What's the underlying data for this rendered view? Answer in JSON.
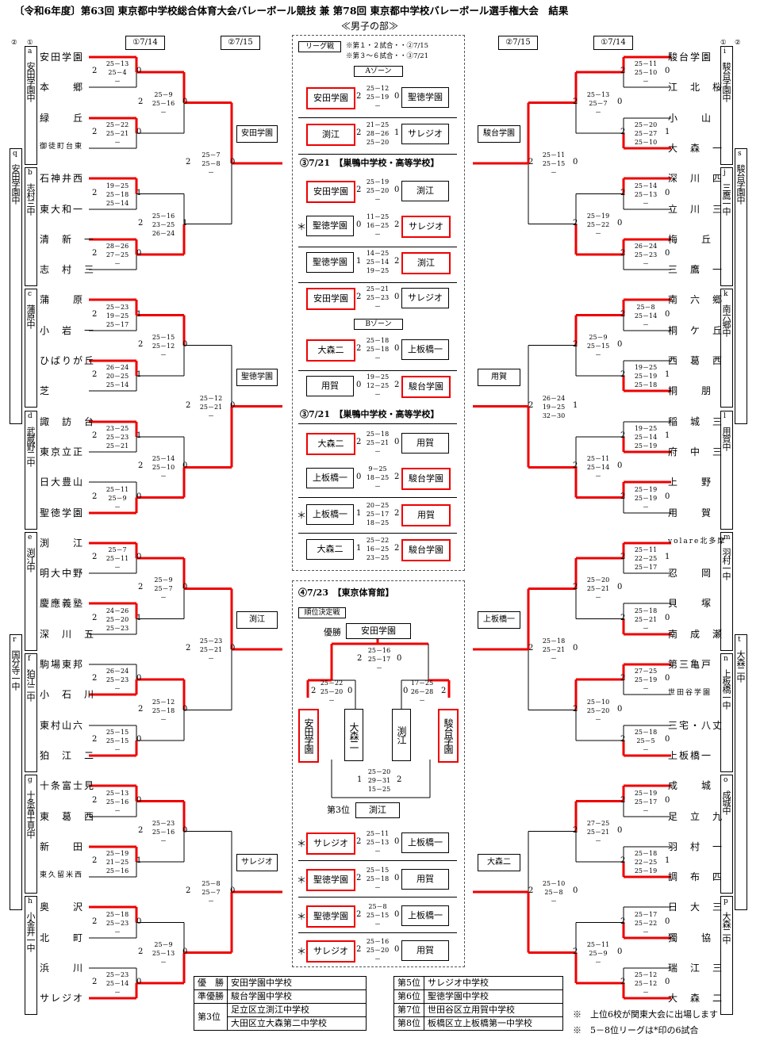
{
  "title": "〔令和6年度〕第63回 東京都中学校総合体育大会バレーボール競技 兼 第78回 東京都中学校バレーボール選手権大会　結果",
  "subtitle": "≪男子の部≫",
  "rounds": {
    "left_r1": "①7/14",
    "left_r2": "②7/15",
    "right_r2": "②7/15",
    "right_r1": "①7/14"
  },
  "round_nums": {
    "left_a": "②",
    "left_b": "①",
    "right_a": "①",
    "right_b": "②"
  },
  "left_teams": [
    "安田学園",
    "本　　郷",
    "緑　　丘",
    "御徒町台東",
    "石神井西",
    "東大和一",
    "清　新　一",
    "志　村　三",
    "蒲　　原",
    "小　岩　一",
    "ひばりが丘",
    "芝",
    "諏　訪　台",
    "東京立正",
    "日大豊山",
    "聖徳学園",
    "渕　　江",
    "明大中野",
    "慶應義塾",
    "深　川　五",
    "駒場東邦",
    "小　石　川",
    "東村山六",
    "狛　江　二",
    "十条富士見",
    "東　葛　西",
    "新　　田",
    "東久留米西",
    "奥　　沢",
    "北　　町",
    "浜　　川",
    "サレジオ"
  ],
  "right_teams": [
    "駿台学園",
    "江　北　桜",
    "小　　山",
    "大　森　一",
    "深　川　四",
    "立　川　三",
    "梅　　丘",
    "三　鷹　一",
    "南　六　郷",
    "桐　ケ　丘",
    "西　葛　西",
    "桐　　朋",
    "稲　城　三",
    "府　中　三",
    "上　　野",
    "用　　賀",
    "volare北多摩",
    "忍　　岡",
    "貝　　塚",
    "南　成　瀬",
    "第三亀戸",
    "世田谷学園",
    "三宅・八丈",
    "上板橋一",
    "成　　城",
    "足　立　九",
    "羽　村　一",
    "調　布　四",
    "日　大　三",
    "獨　　協",
    "瑞　江　三",
    "大　森　二"
  ],
  "left_blocks": [
    {
      "letter": "a",
      "name": "安田学園中"
    },
    {
      "letter": "b",
      "name": "志村三中"
    },
    {
      "letter": "c",
      "name": "蒲原中"
    },
    {
      "letter": "d",
      "name": "武蔵野二中"
    },
    {
      "letter": "e",
      "name": "渕江中"
    },
    {
      "letter": "f",
      "name": "狛江二中"
    },
    {
      "letter": "g",
      "name": "十条富士見中"
    },
    {
      "letter": "h",
      "name": "小金井一中"
    }
  ],
  "right_blocks": [
    {
      "letter": "i",
      "name": "駿台学園中"
    },
    {
      "letter": "j",
      "name": "三鷹一中"
    },
    {
      "letter": "k",
      "name": "南六郷中"
    },
    {
      "letter": "l",
      "name": "用賀中"
    },
    {
      "letter": "m",
      "name": "羽村一中"
    },
    {
      "letter": "n",
      "name": "上板橋一中"
    },
    {
      "letter": "o",
      "name": "成城中"
    },
    {
      "letter": "p",
      "name": "大森二中"
    }
  ],
  "left_outer": [
    {
      "letter": "q",
      "name": "安田学園中"
    },
    {
      "letter": "r",
      "name": "国分寺一中"
    }
  ],
  "right_outer": [
    {
      "letter": "s",
      "name": "駿台学園中"
    },
    {
      "letter": "t",
      "name": "大森二中"
    }
  ],
  "left_r2_winners": [
    "安田学園",
    "聖徳学園",
    "渕江",
    "サレジオ"
  ],
  "right_r2_winners": [
    "駿台学園",
    "用賀",
    "上板橋一",
    "大森二"
  ],
  "left_r1_scores": [
    {
      "set": "2",
      "s": "25－13\n25－4\n－",
      "r": "0"
    },
    {
      "set": "2",
      "s": "25－22\n25－21\n－",
      "r": "0"
    },
    {
      "set": "2",
      "s": "19－25\n25－18\n25－14",
      "r": "1"
    },
    {
      "set": "2",
      "s": "28－26\n27－25\n－",
      "r": "0"
    },
    {
      "set": "2",
      "s": "25－23\n19－25\n25－17",
      "r": "1"
    },
    {
      "set": "2",
      "s": "26－24\n20－25\n25－14",
      "r": "1"
    },
    {
      "set": "2",
      "s": "23－25\n25－23\n25－21",
      "r": "1"
    },
    {
      "set": "2",
      "s": "25－11\n25－9\n－",
      "r": "0"
    },
    {
      "set": "2",
      "s": "25－7\n25－11\n－",
      "r": "0"
    },
    {
      "set": "2",
      "s": "24－26\n25－20\n25－23",
      "r": "1"
    },
    {
      "set": "2",
      "s": "26－24\n25－23\n－",
      "r": "0"
    },
    {
      "set": "2",
      "s": "25－15\n25－15\n－",
      "r": "0"
    },
    {
      "set": "2",
      "s": "25－13\n25－16\n－",
      "r": "0"
    },
    {
      "set": "2",
      "s": "25－19\n21－25\n25－16",
      "r": "1"
    },
    {
      "set": "2",
      "s": "25－18\n25－23\n－",
      "r": "0"
    },
    {
      "set": "2",
      "s": "25－23\n25－14\n－",
      "r": "0"
    }
  ],
  "left_r2_scores": [
    {
      "set": "2",
      "s": "25－9\n25－16\n－",
      "r": "0"
    },
    {
      "set": "2",
      "s": "25－16\n23－25\n26－24",
      "r": "1"
    },
    {
      "set": "2",
      "s": "25－15\n25－12\n－",
      "r": "0"
    },
    {
      "set": "2",
      "s": "25－14\n25－10\n－",
      "r": "0"
    },
    {
      "set": "2",
      "s": "25－9\n25－7\n－",
      "r": "0"
    },
    {
      "set": "2",
      "s": "25－12\n25－18\n－",
      "r": "0"
    },
    {
      "set": "2",
      "s": "25－23\n25－16\n－",
      "r": "0"
    },
    {
      "set": "2",
      "s": "25－9\n25－13\n－",
      "r": "0"
    }
  ],
  "left_r3_scores": [
    {
      "set": "2",
      "s": "25－7\n25－8\n－",
      "r": "0"
    },
    {
      "set": "2",
      "s": "25－12\n25－21\n－",
      "r": "0"
    },
    {
      "set": "2",
      "s": "25－23\n25－21\n－",
      "r": "0"
    },
    {
      "set": "2",
      "s": "25－8\n25－7\n－",
      "r": "0"
    }
  ],
  "right_r1_scores": [
    {
      "set": "2",
      "s": "25－11\n25－10\n－",
      "r": "0"
    },
    {
      "set": "2",
      "s": "25－20\n25－27\n25－10",
      "r": "1"
    },
    {
      "set": "2",
      "s": "25－14\n25－13\n－",
      "r": "0"
    },
    {
      "set": "2",
      "s": "26－24\n25－23\n－",
      "r": "0"
    },
    {
      "set": "2",
      "s": "25－8\n25－14\n－",
      "r": "0"
    },
    {
      "set": "2",
      "s": "19－25\n25－19\n25－18",
      "r": "1"
    },
    {
      "set": "2",
      "s": "19－25\n25－14\n25－19",
      "r": "1"
    },
    {
      "set": "2",
      "s": "25－19\n25－19\n－",
      "r": "0"
    },
    {
      "set": "2",
      "s": "25－11\n22－25\n25－17",
      "r": "1"
    },
    {
      "set": "2",
      "s": "25－18\n25－21\n－",
      "r": "0"
    },
    {
      "set": "2",
      "s": "27－25\n25－19\n－",
      "r": "0"
    },
    {
      "set": "2",
      "s": "25－18\n25－5\n－",
      "r": "0"
    },
    {
      "set": "2",
      "s": "25－19\n25－17\n－",
      "r": "0"
    },
    {
      "set": "2",
      "s": "25－18\n22－25\n25－19",
      "r": "1"
    },
    {
      "set": "2",
      "s": "25－17\n25－22\n－",
      "r": "0"
    },
    {
      "set": "2",
      "s": "25－12\n25－12\n－",
      "r": "0"
    }
  ],
  "right_r2_scores": [
    {
      "set": "2",
      "s": "25－13\n25－7\n－",
      "r": "0"
    },
    {
      "set": "2",
      "s": "25－19\n25－22\n－",
      "r": "0"
    },
    {
      "set": "2",
      "s": "25－9\n25－15\n－",
      "r": "0"
    },
    {
      "set": "2",
      "s": "25－11\n25－14\n－",
      "r": "0"
    },
    {
      "set": "2",
      "s": "25－20\n25－21\n－",
      "r": "0"
    },
    {
      "set": "2",
      "s": "25－10\n25－20\n－",
      "r": "0"
    },
    {
      "set": "2",
      "s": "27－25\n25－21\n－",
      "r": "0"
    },
    {
      "set": "2",
      "s": "25－11\n25－9\n－",
      "r": "0"
    }
  ],
  "right_r3_scores": [
    {
      "set": "2",
      "s": "25－11\n25－15\n－",
      "r": "0"
    },
    {
      "set": "2",
      "s": "26－24\n19－25\n32－30",
      "r": "1"
    },
    {
      "set": "2",
      "s": "25－18\n25－21\n－",
      "r": "0"
    },
    {
      "set": "2",
      "s": "25－10\n25－8\n－",
      "r": "0"
    }
  ],
  "league": {
    "label": "リーグ戦",
    "note1": "※第１・２試合・・②7/15",
    "note2": "※第３～６試合・・③7/21",
    "zone_a": "Aゾーン",
    "zone_b": "Bゾーン",
    "venue_header": "③7/21　【巣鴨中学校・高等学校】"
  },
  "matches_a": [
    {
      "star": "",
      "l": "安田学園",
      "lw": true,
      "ls": "2",
      "sc": "25－12\n25－19\n－",
      "rs": "0",
      "r": "聖徳学園",
      "rw": false
    },
    {
      "star": "",
      "l": "渕江",
      "lw": true,
      "ls": "2",
      "sc": "21－25\n28－26\n25－20",
      "rs": "1",
      "r": "サレジオ",
      "rw": false
    },
    {
      "star": "",
      "l": "安田学園",
      "lw": true,
      "ls": "2",
      "sc": "25－19\n25－20\n－",
      "rs": "0",
      "r": "渕江",
      "rw": false
    },
    {
      "star": "＊",
      "l": "聖徳学園",
      "lw": false,
      "ls": "0",
      "sc": "11－25\n16－25\n－",
      "rs": "2",
      "r": "サレジオ",
      "rw": true
    },
    {
      "star": "",
      "l": "聖徳学園",
      "lw": false,
      "ls": "1",
      "sc": "14－25\n25－14\n19－25",
      "rs": "2",
      "r": "渕江",
      "rw": true
    },
    {
      "star": "",
      "l": "安田学園",
      "lw": true,
      "ls": "2",
      "sc": "25－21\n25－23\n－",
      "rs": "0",
      "r": "サレジオ",
      "rw": false
    }
  ],
  "matches_b": [
    {
      "star": "",
      "l": "大森二",
      "lw": true,
      "ls": "2",
      "sc": "25－18\n25－18\n－",
      "rs": "0",
      "r": "上板橋一",
      "rw": false
    },
    {
      "star": "",
      "l": "用賀",
      "lw": false,
      "ls": "0",
      "sc": "19－25\n12－25\n－",
      "rs": "2",
      "r": "駿台学園",
      "rw": true
    },
    {
      "star": "",
      "l": "大森二",
      "lw": true,
      "ls": "2",
      "sc": "25－18\n25－21\n－",
      "rs": "0",
      "r": "用賀",
      "rw": false
    },
    {
      "star": "",
      "l": "上板橋一",
      "lw": false,
      "ls": "0",
      "sc": "9－25\n18－25\n－",
      "rs": "2",
      "r": "駿台学園",
      "rw": true
    },
    {
      "star": "＊",
      "l": "上板橋一",
      "lw": false,
      "ls": "1",
      "sc": "20－25\n25－17\n18－25",
      "rs": "2",
      "r": "用賀",
      "rw": true
    },
    {
      "star": "",
      "l": "大森二",
      "lw": false,
      "ls": "1",
      "sc": "25－22\n16－25\n23－25",
      "rs": "2",
      "r": "駿台学園",
      "rw": true
    }
  ],
  "final": {
    "header": "④7/23　【東京体育館】",
    "label": "順位決定戦",
    "champion_label": "優勝",
    "champion": "安田学園",
    "final_score": "25－16\n25－17\n－",
    "final_ls": "2",
    "final_rs": "0",
    "semi_left": "25－22\n25－20\n－",
    "semi_left_ls": "2",
    "semi_left_rs": "0",
    "semi_right": "17－25\n26－28\n－",
    "semi_right_ls": "0",
    "semi_right_rs": "2",
    "teams": [
      "安田学園",
      "大森二",
      "渕江",
      "駿台学園"
    ],
    "third_score": "25－20\n29－31\n15－25",
    "third_ls": "1",
    "third_rs": "2",
    "third_label": "第3位",
    "third": "渕江"
  },
  "placement": [
    {
      "star": "＊",
      "l": "サレジオ",
      "lw": true,
      "ls": "2",
      "sc": "25－11\n25－13\n－",
      "rs": "0",
      "r": "上板橋一",
      "rw": false
    },
    {
      "star": "＊",
      "l": "聖徳学園",
      "lw": true,
      "ls": "2",
      "sc": "25－15\n25－18\n－",
      "rs": "0",
      "r": "用賀",
      "rw": false
    },
    {
      "star": "＊",
      "l": "聖徳学園",
      "lw": true,
      "ls": "2",
      "sc": "25－8\n25－15\n－",
      "rs": "0",
      "r": "上板橋一",
      "rw": false
    },
    {
      "star": "＊",
      "l": "サレジオ",
      "lw": true,
      "ls": "2",
      "sc": "25－16\n25－20\n－",
      "rs": "0",
      "r": "用賀",
      "rw": false
    }
  ],
  "results_left": [
    [
      "優　勝",
      "安田学園中学校"
    ],
    [
      "準優勝",
      "駿台学園中学校"
    ],
    [
      "第3位",
      "足立区立渕江中学校"
    ],
    [
      "",
      "大田区立大森第二中学校"
    ]
  ],
  "results_right": [
    [
      "第5位",
      "サレジオ中学校"
    ],
    [
      "第6位",
      "聖徳学園中学校"
    ],
    [
      "第7位",
      "世田谷区立用賀中学校"
    ],
    [
      "第8位",
      "板橋区立上板橋第一中学校"
    ]
  ],
  "footnotes": [
    "※　上位6校が関東大会に出場します",
    "※　5－8位リーグは*印の6試合"
  ]
}
